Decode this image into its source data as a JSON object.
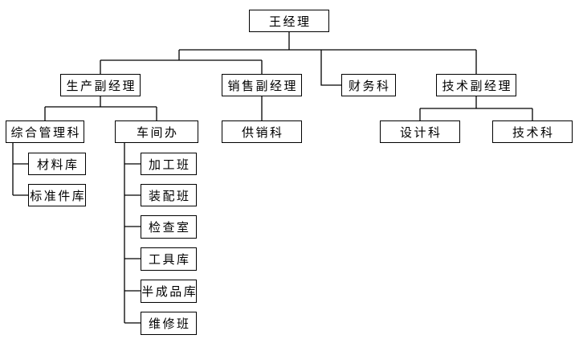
{
  "diagram": {
    "type": "org-chart",
    "nodes": [
      {
        "id": "general-manager",
        "label": "王经理",
        "parent": null
      },
      {
        "id": "production-deputy-manager",
        "label": "生产副经理",
        "parent": "general-manager"
      },
      {
        "id": "sales-deputy-manager",
        "label": "销售副经理",
        "parent": "general-manager"
      },
      {
        "id": "finance-section",
        "label": "财务科",
        "parent": "general-manager"
      },
      {
        "id": "technology-deputy-manager",
        "label": "技术副经理",
        "parent": "general-manager"
      },
      {
        "id": "general-management-section",
        "label": "综合管理科",
        "parent": "production-deputy-manager"
      },
      {
        "id": "workshop-office",
        "label": "车间办",
        "parent": "production-deputy-manager"
      },
      {
        "id": "supply-marketing-section",
        "label": "供销科",
        "parent": "sales-deputy-manager"
      },
      {
        "id": "design-section",
        "label": "设计科",
        "parent": "technology-deputy-manager"
      },
      {
        "id": "technology-section",
        "label": "技术科",
        "parent": "technology-deputy-manager"
      },
      {
        "id": "material-warehouse",
        "label": "材料库",
        "parent": "general-management-section"
      },
      {
        "id": "standard-parts-warehouse",
        "label": "标准件库",
        "parent": "general-management-section"
      },
      {
        "id": "processing-team",
        "label": "加工班",
        "parent": "workshop-office"
      },
      {
        "id": "assembly-team",
        "label": "装配班",
        "parent": "workshop-office"
      },
      {
        "id": "inspection-room",
        "label": "检查室",
        "parent": "workshop-office"
      },
      {
        "id": "tool-warehouse",
        "label": "工具库",
        "parent": "workshop-office"
      },
      {
        "id": "semi-finished-products-warehouse",
        "label": "半成品库",
        "parent": "workshop-office"
      },
      {
        "id": "maintenance-team",
        "label": "维修班",
        "parent": "workshop-office"
      }
    ],
    "colors": {
      "background": "#ffffff",
      "box_fill": "#ffffff",
      "box_border": "#000000",
      "line": "#000000",
      "text": "#000000"
    }
  }
}
